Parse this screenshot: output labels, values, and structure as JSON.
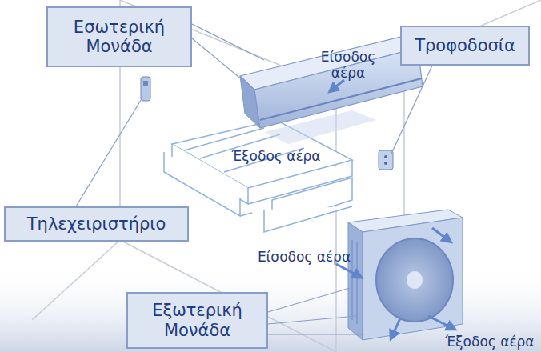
{
  "diagram": {
    "nodes": [
      {
        "text": [
          "Εσωτερική Μονάδα"
        ]
      },
      {
        "text": [
          "Τροφοδοσία"
        ]
      },
      {
        "text": [
          "Τηλεχειριστήριο"
        ]
      },
      {
        "text": [
          "Εξωτερική Μονάδα"
        ]
      }
    ],
    "labels": [
      "Είσοδος αέρα",
      "Έξοδος αέρα",
      "Είσοδος αέρα",
      "Έξοδος αέρα"
    ]
  }
}
